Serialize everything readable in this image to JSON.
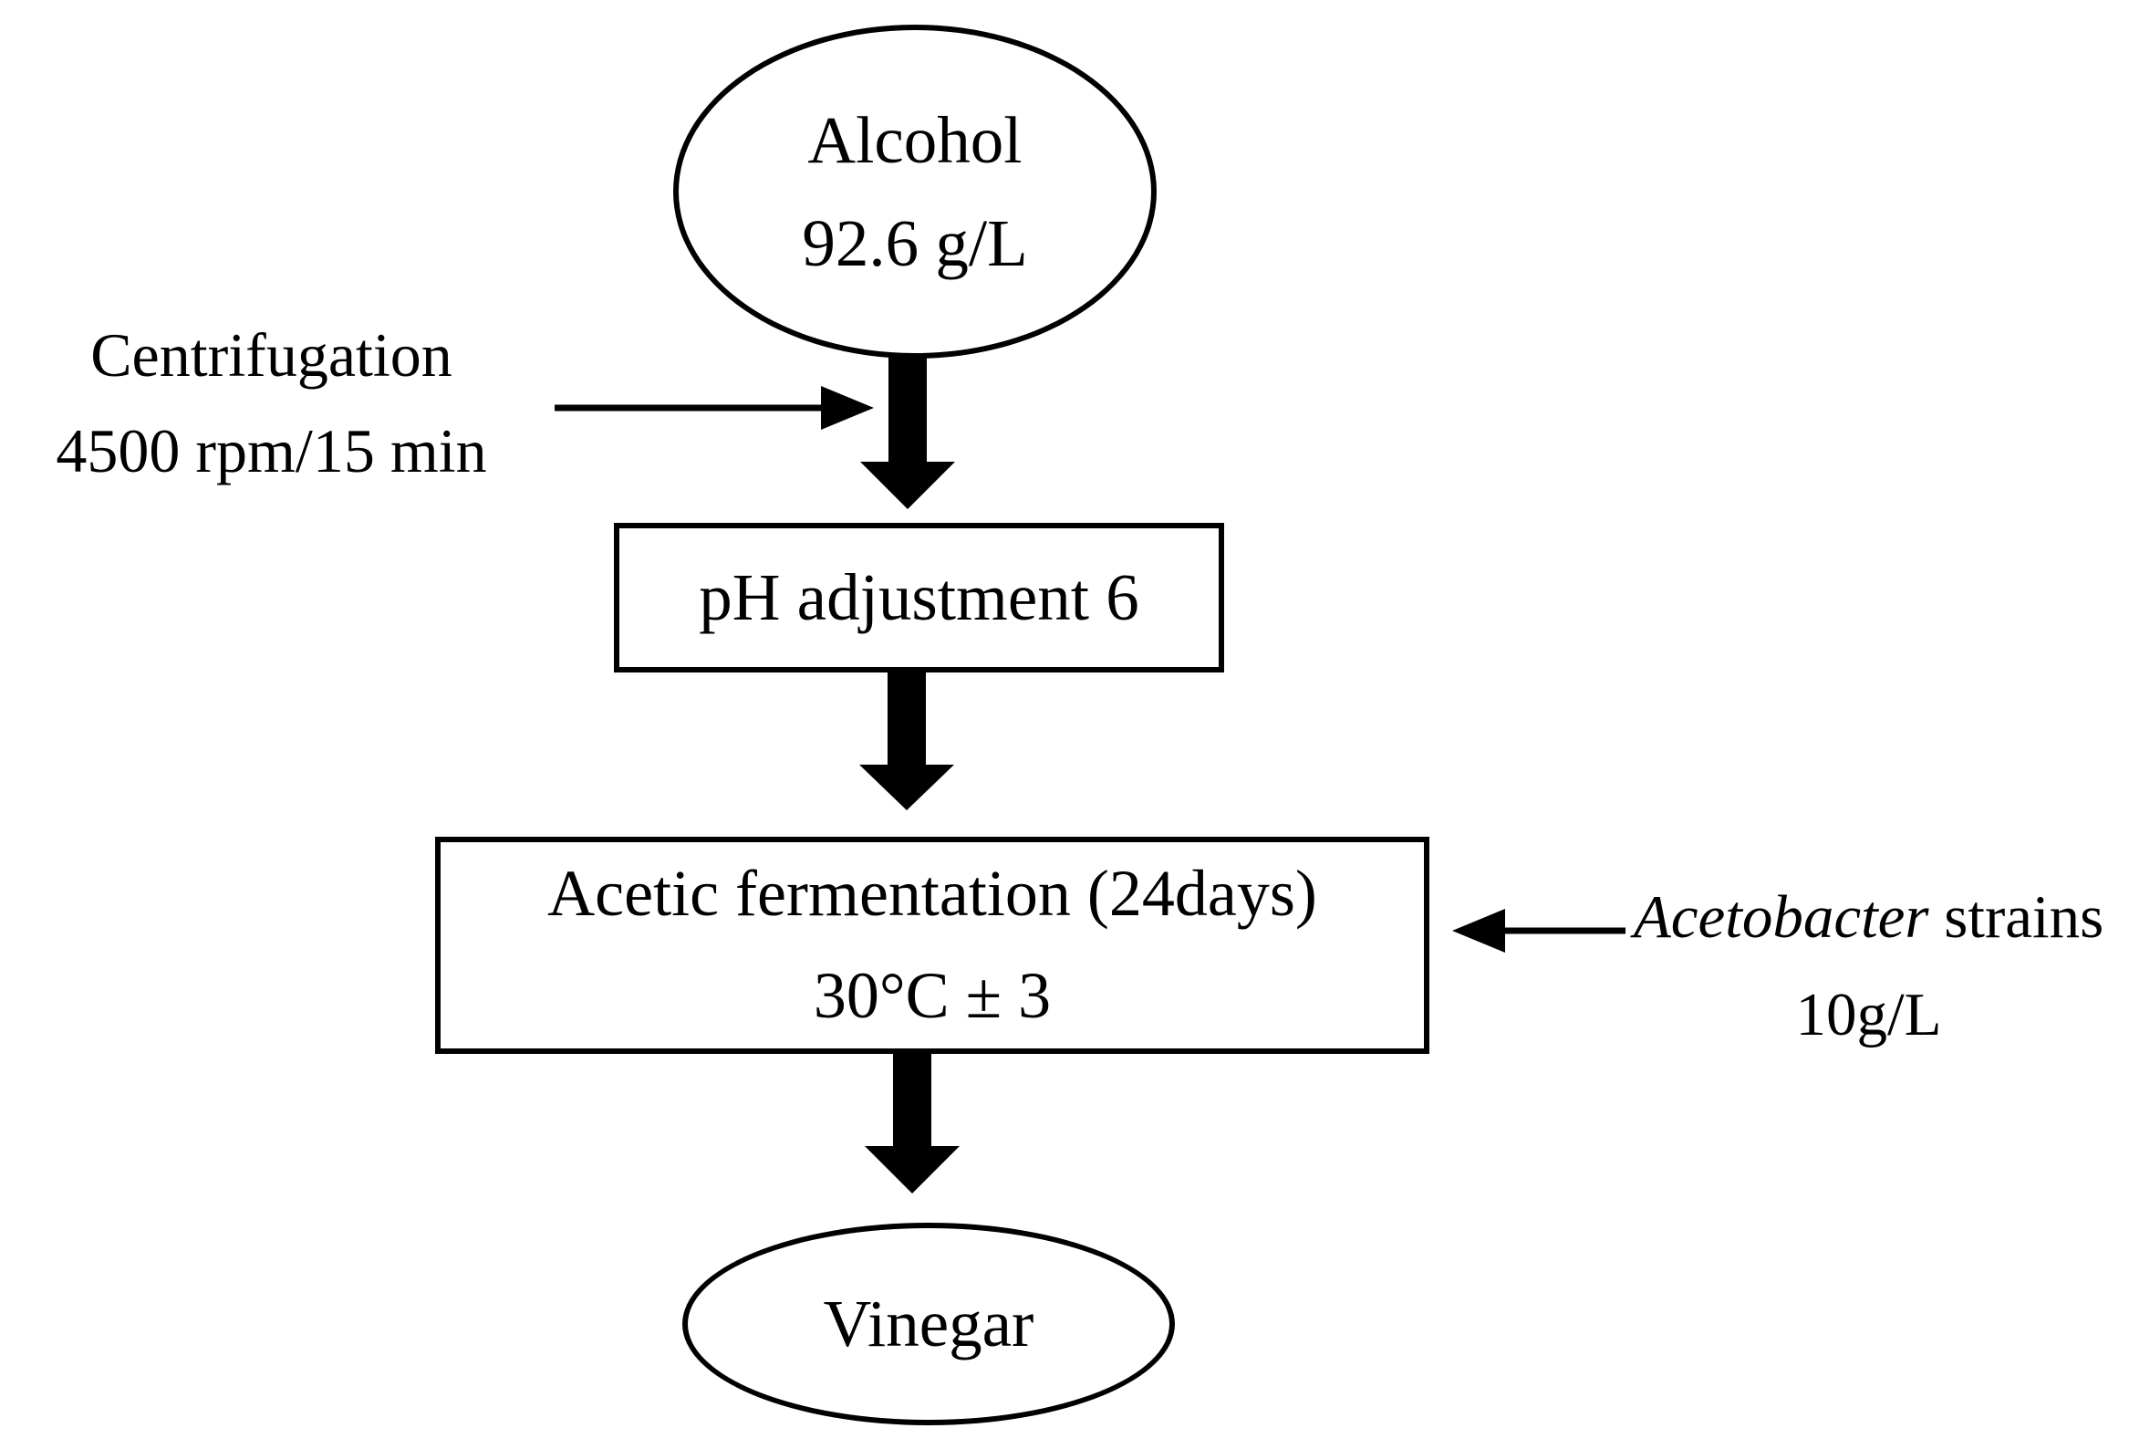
{
  "diagram": {
    "background_color": "#ffffff",
    "stroke_color": "#000000",
    "nodes": {
      "alcohol": {
        "line1": "Alcohol",
        "line2": "92.6 g/L",
        "shape": "ellipse"
      },
      "ph_adjustment": {
        "line1": "pH adjustment 6",
        "shape": "rectangle"
      },
      "acetic_fermentation": {
        "line1": "Acetic fermentation (24days)",
        "line2": "30°C ± 3",
        "shape": "rectangle"
      },
      "vinegar": {
        "line1": "Vinegar",
        "shape": "ellipse"
      }
    },
    "annotations": {
      "centrifugation": {
        "line1": "Centrifugation",
        "line2": "4500 rpm/15 min"
      },
      "acetobacter": {
        "line1_italic": "Acetobacter",
        "line1_rest": " strains",
        "line2": "10g/L"
      }
    },
    "flow": [
      "Alcohol 92.6 g/L",
      "pH adjustment 6",
      "Acetic fermentation (24days) 30°C ± 3",
      "Vinegar"
    ]
  }
}
